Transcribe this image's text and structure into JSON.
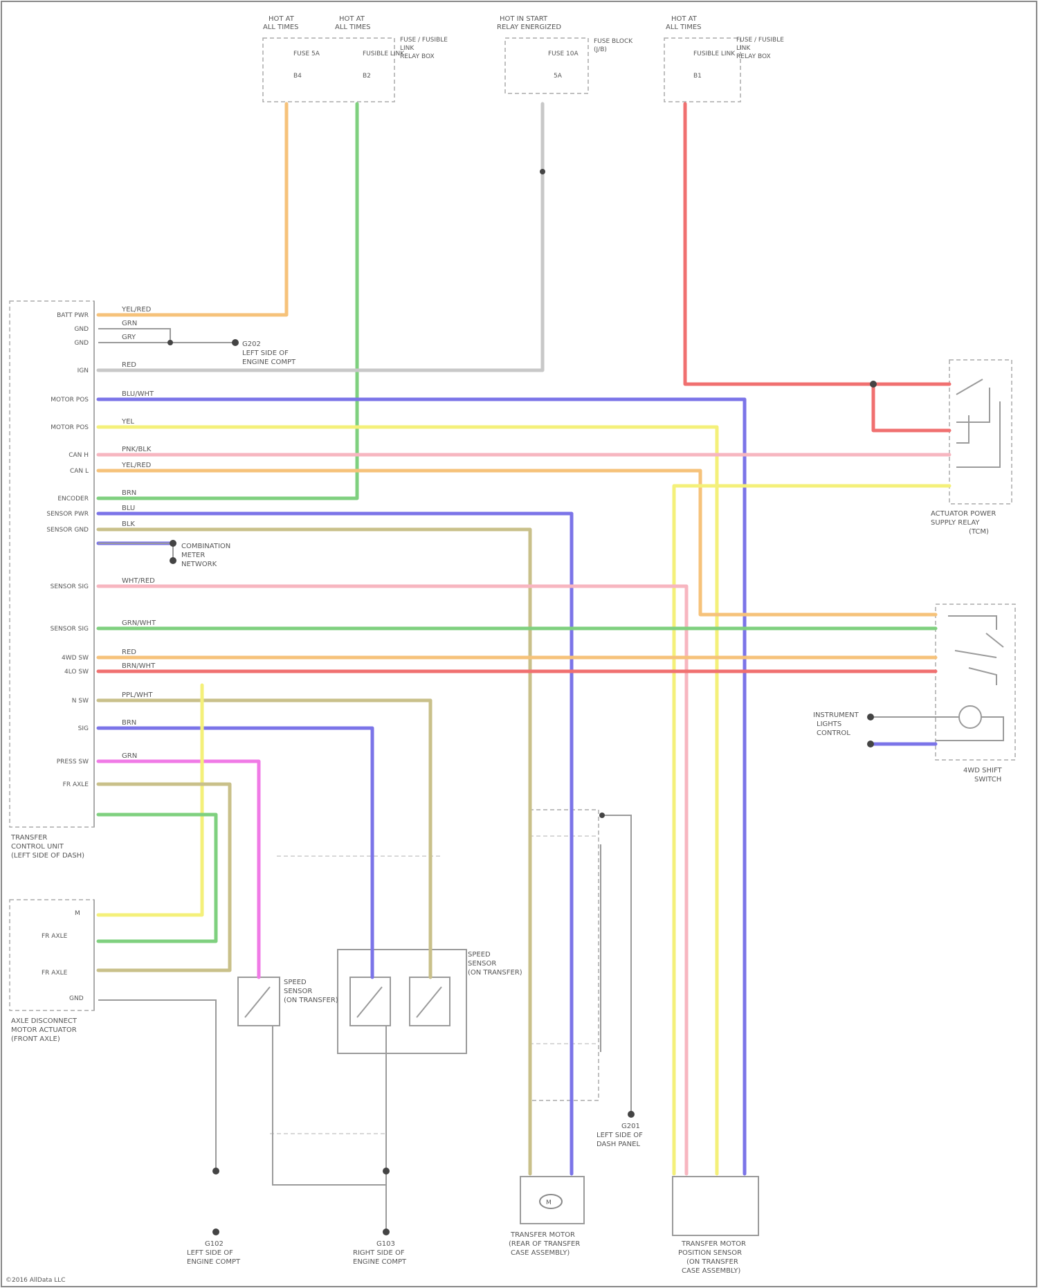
{
  "fuse_boxes": [
    {
      "lines": [
        "HOT AT",
        "ALL TIMES"
      ],
      "fuse": "FUSE 5A",
      "side": [
        "FUSE / FUSIBLE",
        "LINK",
        "RELAY BOX"
      ]
    },
    {
      "lines": [
        "HOT AT",
        "ALL TIMES"
      ],
      "fuse": "FUSIBLE LINK",
      "side": [
        "FUSE / FUSIBLE",
        "LINK",
        "RELAY BOX"
      ]
    },
    {
      "lines": [
        "HOT IN START",
        "RELAY ENERGIZED"
      ],
      "fuse": "FUSE 10A",
      "side": [
        "FUSE BLOCK",
        "(J/B)"
      ]
    },
    {
      "lines": [
        "HOT AT",
        "ALL TIMES"
      ],
      "fuse": "FUSIBLE LINK",
      "side": [
        "FUSE / FUSIBLE",
        "LINK",
        "RELAY BOX"
      ]
    }
  ],
  "wire_colors": {
    "orange": "#f6c27a",
    "green": "#7fd07f",
    "gray": "#c8c8c8",
    "red": "#f07070",
    "blue": "#7b74e8",
    "yellow": "#f4f07a",
    "pink": "#f7b6c0",
    "tan": "#c9c08a",
    "magenta": "#f07ae6",
    "dark": "#9a9a9a"
  },
  "wire_labels": [
    "YEL/RED",
    "GRN",
    "GRY",
    "RED",
    "BLU/WHT",
    "YEL",
    "PNK/BLK",
    "YEL/RED",
    "BRN",
    "BLU",
    "BLK",
    "WHT/RED",
    "GRN/WHT",
    "RED",
    "BRN/WHT",
    "PPL/WHT",
    "BRN",
    "GRN"
  ],
  "module_pins": [
    "BATT PWR",
    "GND",
    "GND",
    "IGN",
    "MOTOR POS",
    "MOTOR POS",
    "CAN H",
    "CAN L",
    "ENCODER",
    "SENSOR PWR",
    "SENSOR GND",
    "SENSOR SIG",
    "SENSOR SIG",
    "4WD SW",
    "4LO SW",
    "N SW",
    "SIG",
    "PRESS SW",
    "FR AXLE"
  ],
  "components": {
    "control_module": [
      "TRANSFER",
      "CONTROL UNIT",
      "(LEFT SIDE OF DASH)"
    ],
    "axle_actuator": [
      "AXLE DISCONNECT",
      "MOTOR ACTUATOR",
      "(FRONT AXLE)"
    ],
    "relay": [
      "ACTUATOR POWER",
      "SUPPLY RELAY",
      "(TCM)"
    ],
    "switch": [
      "4WD SHIFT",
      "SWITCH"
    ],
    "motor": [
      "TRANSFER MOTOR",
      "(REAR OF TRANSFER",
      "CASE ASSEMBLY)"
    ],
    "encoder": [
      "TRANSFER MOTOR",
      "POSITION SENSOR",
      "(ON TRANSFER",
      "CASE ASSEMBLY)"
    ],
    "sensor1": [
      "SPEED",
      "SENSOR",
      "(ON TRANSFER)"
    ],
    "sensor2": [
      "SPEED",
      "SENSOR",
      "(ON TRANSFER)"
    ],
    "can": [
      "COMBINATION",
      "METER",
      "NETWORK"
    ],
    "ground_a": [
      "G102",
      "LEFT SIDE OF",
      "ENGINE COMPT"
    ],
    "ground_b": [
      "G103",
      "RIGHT SIDE OF",
      "ENGINE COMPT"
    ],
    "ground_c": [
      "G202",
      "LEFT SIDE OF",
      "ENGINE COMPT"
    ],
    "ground_d": [
      "G201",
      "LEFT SIDE OF",
      "DASH PANEL"
    ],
    "illum": [
      "INSTRUMENT",
      "LIGHTS",
      "CONTROL"
    ]
  },
  "footer": "©2016 AllData LLC"
}
